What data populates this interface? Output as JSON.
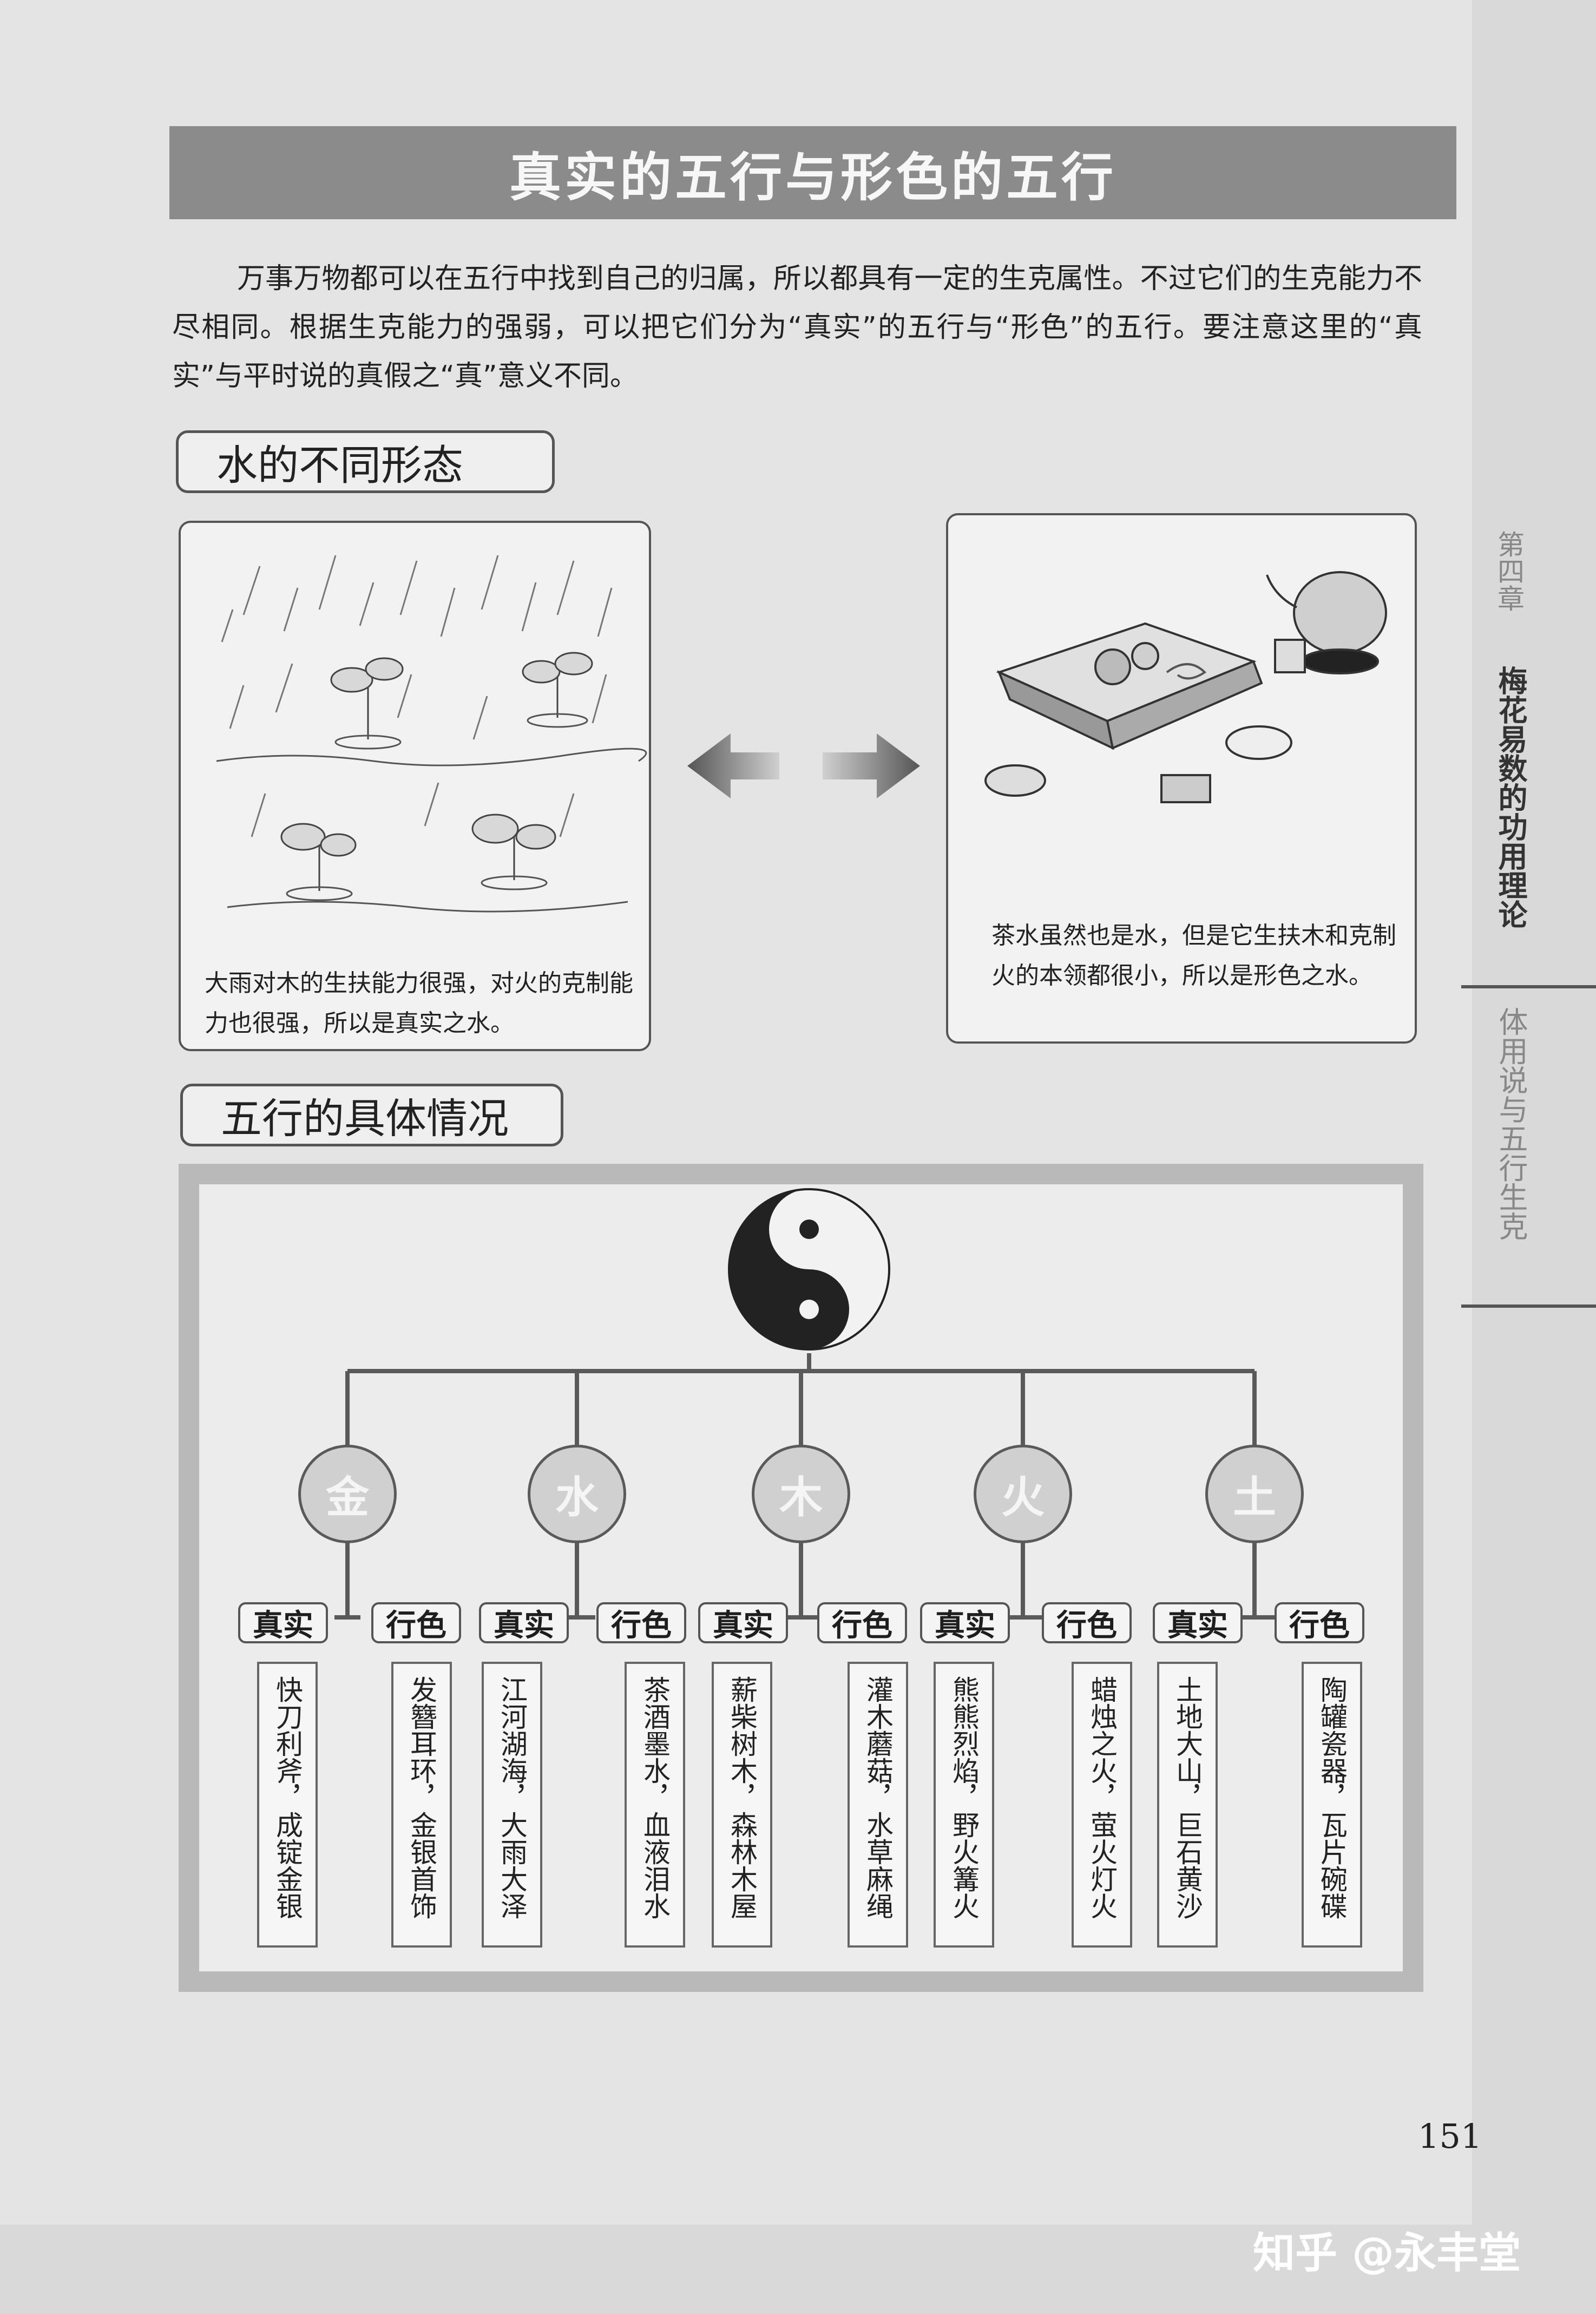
{
  "title": "真实的五行与形色的五行",
  "intro": "万事万物都可以在五行中找到自己的归属，所以都具有一定的生克属性。不过它们的生克能力不尽相同。根据生克能力的强弱，可以把它们分为“真实”的五行与“形色”的五行。要注意这里的“真实”与平时说的真假之“真”意义不同。",
  "section1": {
    "title": "水的不同形态",
    "left_caption": "大雨对木的生扶能力很强，对火的克制能力也很强，所以是真实之水。",
    "right_caption": "茶水虽然也是水，但是它生扶木和克制火的本领都很小，所以是形色之水。"
  },
  "section2": {
    "title": "五行的具体情况"
  },
  "elements": [
    {
      "name": "金",
      "true_label": "真实",
      "true_items": "快刀利斧，成锭金银",
      "form_label": "行色",
      "form_items": "发簪耳环，金银首饰"
    },
    {
      "name": "水",
      "true_label": "真实",
      "true_items": "江河湖海，大雨大泽",
      "form_label": "行色",
      "form_items": "茶酒墨水，血液泪水"
    },
    {
      "name": "木",
      "true_label": "真实",
      "true_items": "薪柴树木，森林木屋",
      "form_label": "行色",
      "form_items": "灌木蘑菇，水草麻绳"
    },
    {
      "name": "火",
      "true_label": "真实",
      "true_items": "熊熊烈焰，野火篝火",
      "form_label": "行色",
      "form_items": "蜡烛之火，萤火灯火"
    },
    {
      "name": "土",
      "true_label": "真实",
      "true_items": "土地大山，巨石黄沙",
      "form_label": "行色",
      "form_items": "陶罐瓷器，瓦片碗碟"
    }
  ],
  "sidebar": {
    "chapter": "第四章",
    "chapter_title": "梅花易数的功用理论",
    "section": "体用说与五行生克"
  },
  "page_number": "151",
  "watermark": "知乎 @永丰堂"
}
